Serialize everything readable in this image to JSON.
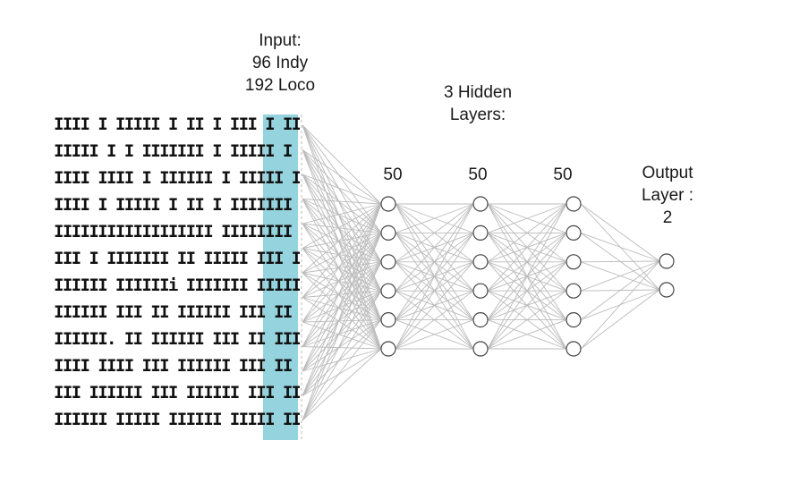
{
  "input_label": {
    "line1": "Input:",
    "line2": "96 Indy",
    "line3": "192 Loco"
  },
  "hidden_label": {
    "line1": "3 Hidden",
    "line2": "Layers:"
  },
  "output_label": {
    "line1": "Output",
    "line2": "Layer :",
    "line3": "2"
  },
  "hidden_sizes": [
    "50",
    "50",
    "50"
  ],
  "barcode_rows": [
    "IIII I IIIII I II I  III I IIIII I II I",
    "IIIII I I  IIIIIII I IIIII I II I  III",
    "IIII IIII I IIIIII I IIIII I II I  IIII",
    "IIII I IIIII I II I  IIIIIII III III",
    "IIIIIIIIIIIIIIIIII IIIIIIII III II",
    "III I IIIIIII II IIIII III II III",
    "IIIIII IIIIIIi IIIIIII IIIIII.   IIIII",
    "IIIIII III II IIIIII III II IIIIIIIII",
    "IIIIII. II IIIIII III II IIIII IIII III",
    "IIII  IIII III IIIIII III II III III II",
    "III IIIIII III IIIIII III IIIIII IIII II",
    "IIIIII IIIII IIIIII IIIII  IIIII II II"
  ],
  "colors": {
    "input_band": "#95D3DE",
    "node_stroke": "#444444",
    "edge": "#BBBBBB",
    "text": "#1a1a1a"
  },
  "network": {
    "input_points": 13,
    "hidden_layers": [
      6,
      6,
      6
    ],
    "output_nodes": 2
  }
}
